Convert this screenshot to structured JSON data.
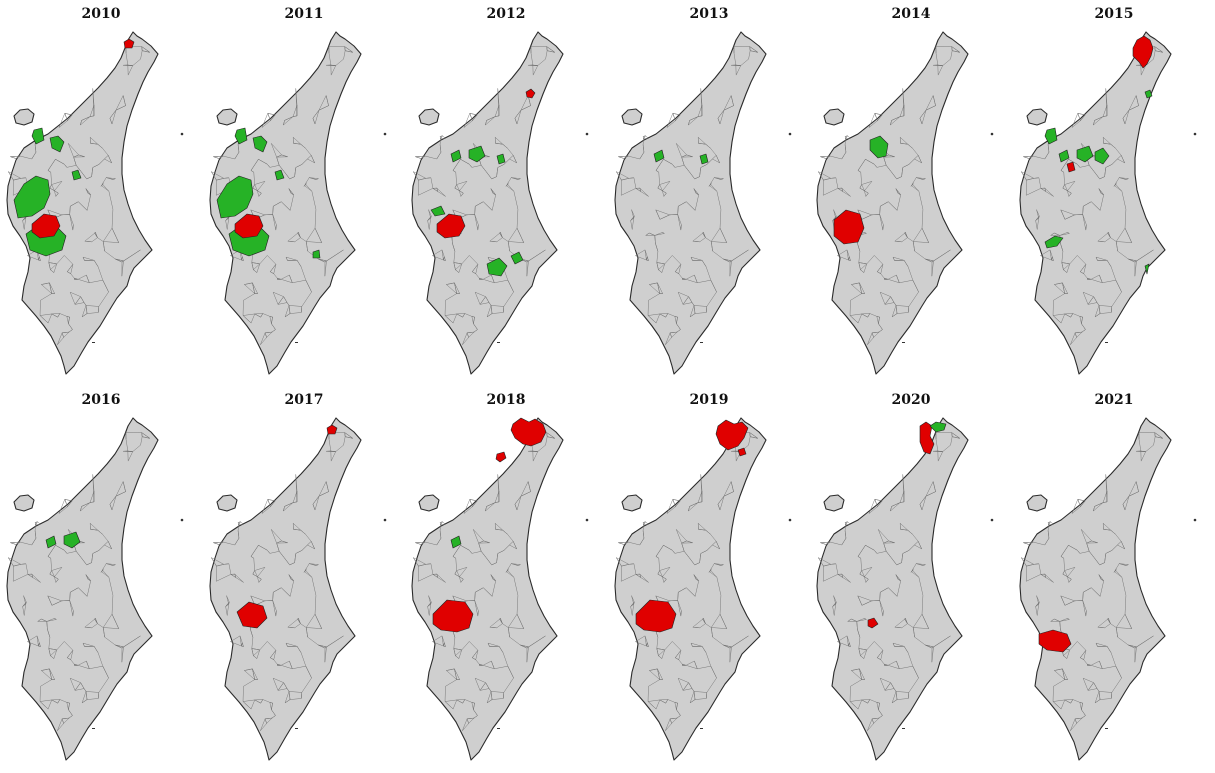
{
  "colors": {
    "background": "#ffffff",
    "land": "#cfcfcf",
    "border": "#2b2b2b",
    "red": "#e00000",
    "green": "#26b226"
  },
  "panels": [
    {
      "year": "2010",
      "regions": [
        {
          "id": "ne-tip",
          "color": "red"
        },
        {
          "id": "west-a",
          "color": "green"
        },
        {
          "id": "west-b",
          "color": "green"
        },
        {
          "id": "west-c",
          "color": "green"
        },
        {
          "id": "west-big",
          "color": "green"
        },
        {
          "id": "sw-large",
          "color": "green"
        },
        {
          "id": "sw-center",
          "color": "red"
        }
      ]
    },
    {
      "year": "2011",
      "regions": [
        {
          "id": "west-a",
          "color": "green"
        },
        {
          "id": "west-b",
          "color": "green"
        },
        {
          "id": "west-c",
          "color": "green"
        },
        {
          "id": "west-big",
          "color": "green"
        },
        {
          "id": "sw-large",
          "color": "green"
        },
        {
          "id": "sw-center",
          "color": "red"
        },
        {
          "id": "east-small",
          "color": "green"
        }
      ]
    },
    {
      "year": "2012",
      "regions": [
        {
          "id": "ne-mid",
          "color": "red"
        },
        {
          "id": "north-a",
          "color": "green"
        },
        {
          "id": "north-b",
          "color": "green"
        },
        {
          "id": "north-c",
          "color": "green"
        },
        {
          "id": "sw-top",
          "color": "green"
        },
        {
          "id": "sw-center",
          "color": "red"
        },
        {
          "id": "south-a",
          "color": "green"
        },
        {
          "id": "south-b",
          "color": "green"
        }
      ]
    },
    {
      "year": "2013",
      "regions": [
        {
          "id": "north-a",
          "color": "green"
        },
        {
          "id": "north-c",
          "color": "green"
        }
      ]
    },
    {
      "year": "2014",
      "regions": [
        {
          "id": "north-d",
          "color": "green"
        },
        {
          "id": "sw-ring",
          "color": "red"
        }
      ]
    },
    {
      "year": "2015",
      "regions": [
        {
          "id": "ne-big",
          "color": "red"
        },
        {
          "id": "ne-dot",
          "color": "green"
        },
        {
          "id": "west-a",
          "color": "green"
        },
        {
          "id": "north-a",
          "color": "green"
        },
        {
          "id": "north-b",
          "color": "green"
        },
        {
          "id": "north-e",
          "color": "green"
        },
        {
          "id": "mid-red",
          "color": "red"
        },
        {
          "id": "sw-sliver",
          "color": "green"
        },
        {
          "id": "east-dot",
          "color": "green"
        }
      ]
    },
    {
      "year": "2016",
      "regions": [
        {
          "id": "north-a",
          "color": "green"
        },
        {
          "id": "north-b",
          "color": "green"
        }
      ]
    },
    {
      "year": "2017",
      "regions": [
        {
          "id": "ne-tip",
          "color": "red"
        },
        {
          "id": "sw-mid",
          "color": "red"
        }
      ]
    },
    {
      "year": "2018",
      "regions": [
        {
          "id": "ne-cluster",
          "color": "red"
        },
        {
          "id": "ne-low",
          "color": "red"
        },
        {
          "id": "north-a",
          "color": "green"
        },
        {
          "id": "sw-mid-big",
          "color": "red"
        }
      ]
    },
    {
      "year": "2019",
      "regions": [
        {
          "id": "ne-cluster2",
          "color": "red"
        },
        {
          "id": "ne-dot2",
          "color": "red"
        },
        {
          "id": "sw-mid-big",
          "color": "red"
        }
      ]
    },
    {
      "year": "2020",
      "regions": [
        {
          "id": "ne-cluster3",
          "color": "red"
        },
        {
          "id": "ne-green",
          "color": "green"
        },
        {
          "id": "mid-dot",
          "color": "red"
        }
      ]
    },
    {
      "year": "2021",
      "regions": [
        {
          "id": "sw-low",
          "color": "red"
        }
      ]
    }
  ]
}
